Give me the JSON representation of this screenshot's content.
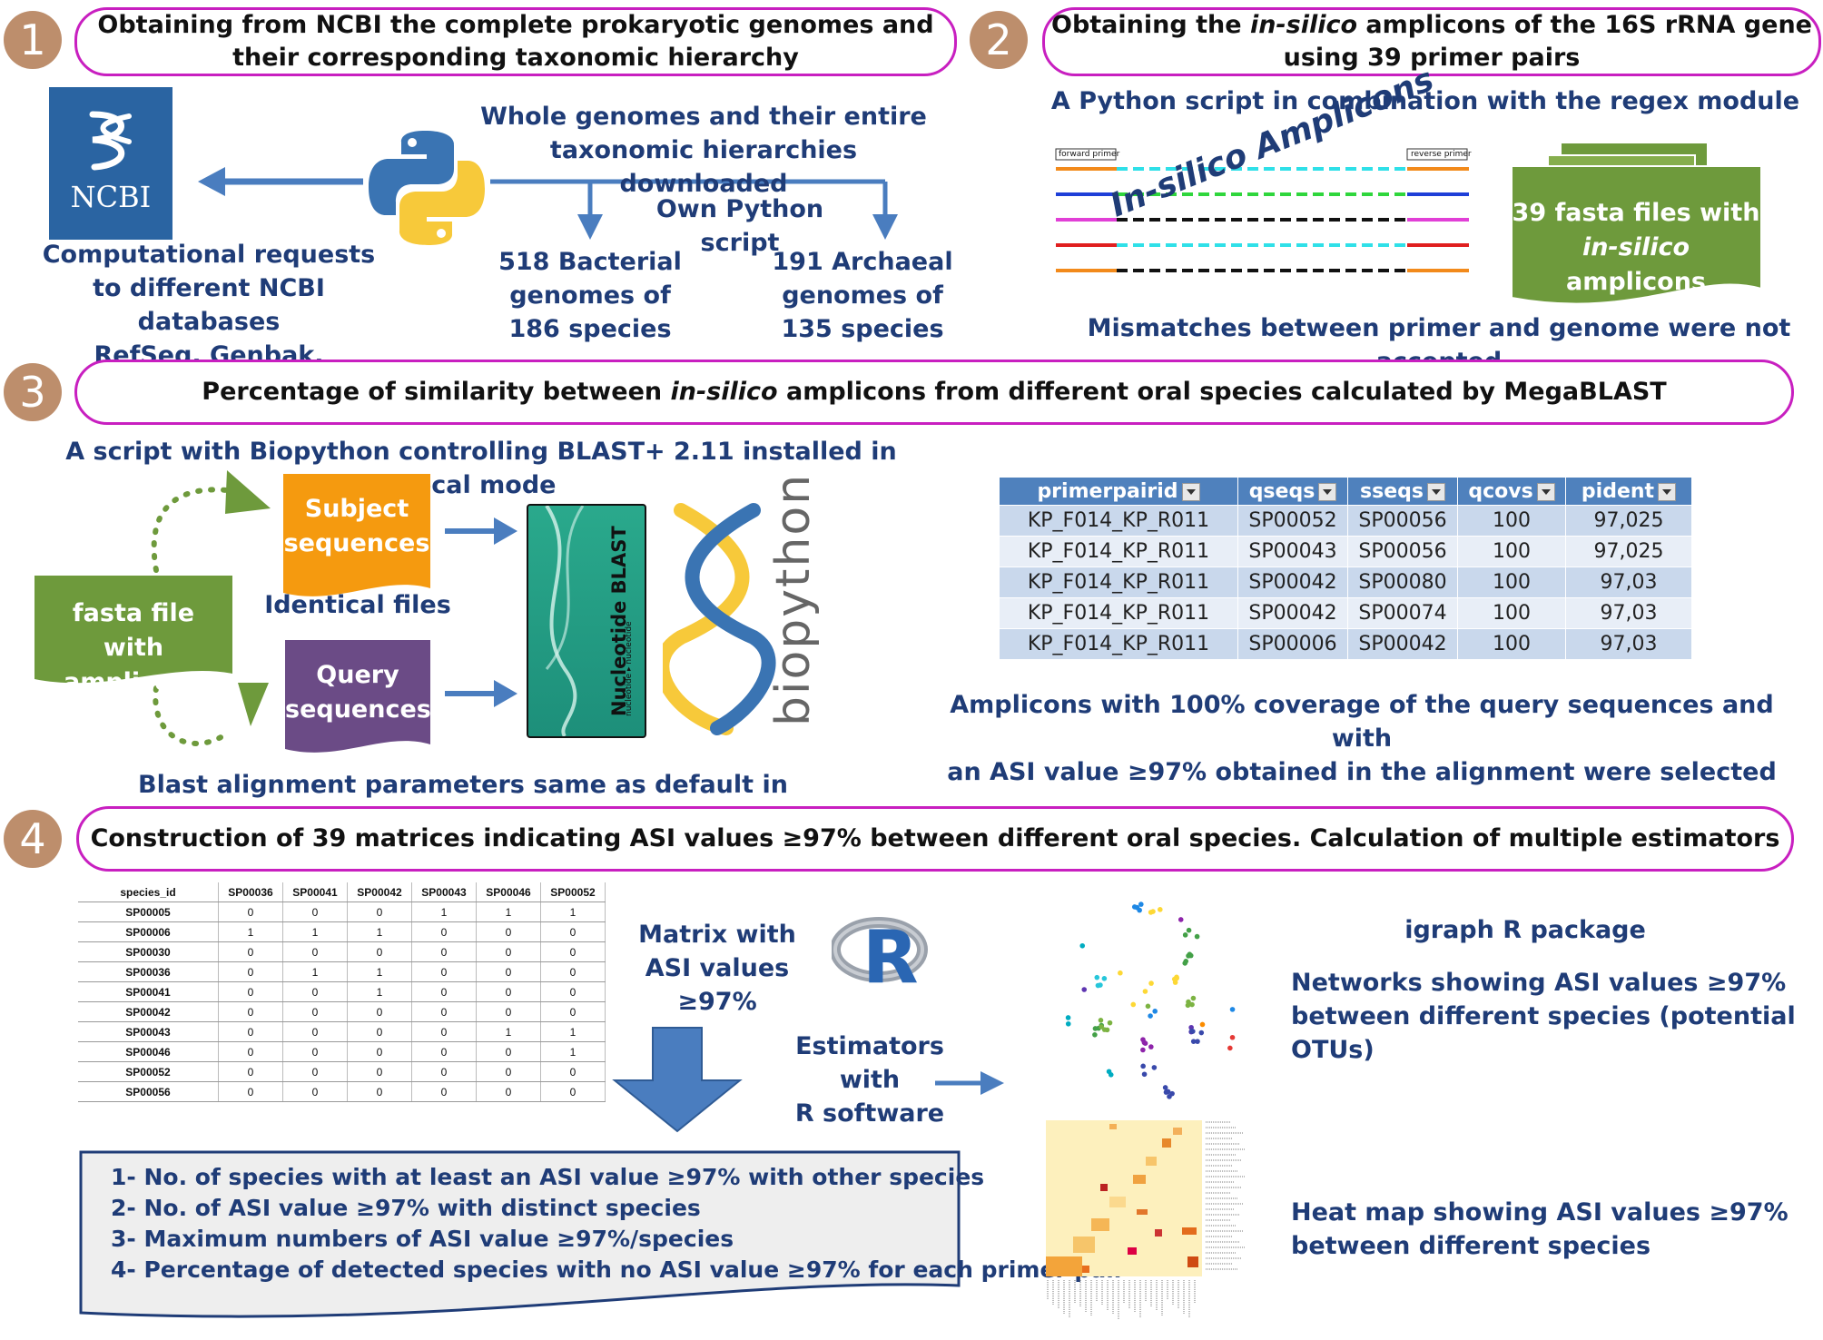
{
  "steps": {
    "s1": {
      "num": "1",
      "title_line1": "Obtaining from NCBI the complete prokaryotic genomes and",
      "title_line2": "their corresponding taxonomic hierarchy"
    },
    "s2": {
      "num": "2",
      "title_pre": "Obtaining the ",
      "title_italic": "in-silico",
      "title_post": " amplicons of the 16S rRNA gene",
      "title_line2": "using 39 primer pairs"
    },
    "s3": {
      "num": "3",
      "title_pre": "Percentage of similarity between ",
      "title_italic": "in-silico",
      "title_post": " amplicons from different oral species calculated by MegaBLAST"
    },
    "s4": {
      "num": "4",
      "title": "Construction of 39 matrices indicating ASI values ≥97% between different oral species. Calculation of multiple estimators"
    }
  },
  "section1": {
    "ncbi_logo_text": "NCBI",
    "computational_line1": "Computational requests",
    "computational_line2": "to different NCBI databases",
    "computational_line3": "RefSeq, Genbak, Taxonomy",
    "whole_line1": "Whole genomes and their entire",
    "whole_line2": "taxonomic hierarchies downloaded",
    "own_script": "Own Python script",
    "bact_line1": "518 Bacterial",
    "bact_line2": "genomes of",
    "bact_line3": "186 species",
    "arch_line1": "191 Archaeal",
    "arch_line2": "genomes of",
    "arch_line3": "135 species"
  },
  "section2": {
    "python_regex": "A Python script in combination with the regex module",
    "forward_primer": "forward primer",
    "reverse_primer": "reverse primer",
    "insilico_label": "In-silico Amplicons",
    "fasta_line1": "39 fasta files with",
    "fasta_italic": "in-silico",
    "fasta_post": " amplicons",
    "mismatch": "Mismatches between primer and genome were not accepted"
  },
  "section3": {
    "biopython_script": "A script with Biopython controlling BLAST+ 2.11 installed in local mode",
    "subject_line1": "Subject",
    "subject_line2": "sequences",
    "identical": "Identical files",
    "query_line1": "Query",
    "query_line2": "sequences",
    "fasta_line1": "fasta file",
    "fasta_line2": "with amplicons",
    "blast_title": "Nucleotide BLAST",
    "blast_sub": "nucleotide ▸ nucleotide",
    "biopython_logo": "biopython",
    "blast_params": "Blast alignment parameters same as default in MegaBLAST",
    "amplicons_line1": "Amplicons with 100% coverage of the query sequences and with",
    "amplicons_line2": "an ASI value ≥97% obtained in the alignment were selected",
    "table": {
      "headers": [
        "primerpairid",
        "qseqs",
        "sseqs",
        "qcovs",
        "pident"
      ],
      "rows": [
        [
          "KP_F014_KP_R011",
          "SP00052",
          "SP00056",
          "100",
          "97,025"
        ],
        [
          "KP_F014_KP_R011",
          "SP00043",
          "SP00056",
          "100",
          "97,025"
        ],
        [
          "KP_F014_KP_R011",
          "SP00042",
          "SP00080",
          "100",
          "97,03"
        ],
        [
          "KP_F014_KP_R011",
          "SP00042",
          "SP00074",
          "100",
          "97,03"
        ],
        [
          "KP_F014_KP_R011",
          "SP00006",
          "SP00042",
          "100",
          "97,03"
        ]
      ]
    }
  },
  "section4": {
    "matrix": {
      "headers": [
        "species_id",
        "SP00036",
        "SP00041",
        "SP00042",
        "SP00043",
        "SP00046",
        "SP00052"
      ],
      "rows": [
        [
          "SP00005",
          "0",
          "0",
          "0",
          "1",
          "1",
          "1"
        ],
        [
          "SP00006",
          "1",
          "1",
          "1",
          "0",
          "0",
          "0"
        ],
        [
          "SP00030",
          "0",
          "0",
          "0",
          "0",
          "0",
          "0"
        ],
        [
          "SP00036",
          "0",
          "1",
          "1",
          "0",
          "0",
          "0"
        ],
        [
          "SP00041",
          "0",
          "0",
          "1",
          "0",
          "0",
          "0"
        ],
        [
          "SP00042",
          "0",
          "0",
          "0",
          "0",
          "0",
          "0"
        ],
        [
          "SP00043",
          "0",
          "0",
          "0",
          "0",
          "1",
          "1"
        ],
        [
          "SP00046",
          "0",
          "0",
          "0",
          "0",
          "0",
          "1"
        ],
        [
          "SP00052",
          "0",
          "0",
          "0",
          "0",
          "0",
          "0"
        ],
        [
          "SP00056",
          "0",
          "0",
          "0",
          "0",
          "0",
          "0"
        ]
      ]
    },
    "matrix_label_line1": "Matrix with",
    "matrix_label_line2": "ASI values ≥97%",
    "r_logo": "R",
    "estimators_line1": "Estimators",
    "estimators_line2": "with",
    "estimators_line3": "R software",
    "igraph": "igraph R package",
    "networks_line1": "Networks showing ASI values ≥97%",
    "networks_line2": "between different species (potential OTUs)",
    "heatmap_line1": "Heat map showing ASI values ≥97%",
    "heatmap_line2": "between different species",
    "estimator_list": [
      "1- No. of species with at least an ASI value ≥97% with other species",
      "2- No. of ASI value ≥97%  with distinct species",
      "3- Maximum numbers of ASI value ≥97%/species",
      "4- Percentage of detected species with no ASI value ≥97% for each primer pair"
    ]
  },
  "colors": {
    "pill_border": "#c81fc0",
    "circle": "#bd8e6c",
    "text_blue": "#1f3c77",
    "arrow_blue": "#4a7dbf",
    "green": "#6e9a3c",
    "orange": "#f59a0f",
    "purple": "#6b4b86"
  }
}
